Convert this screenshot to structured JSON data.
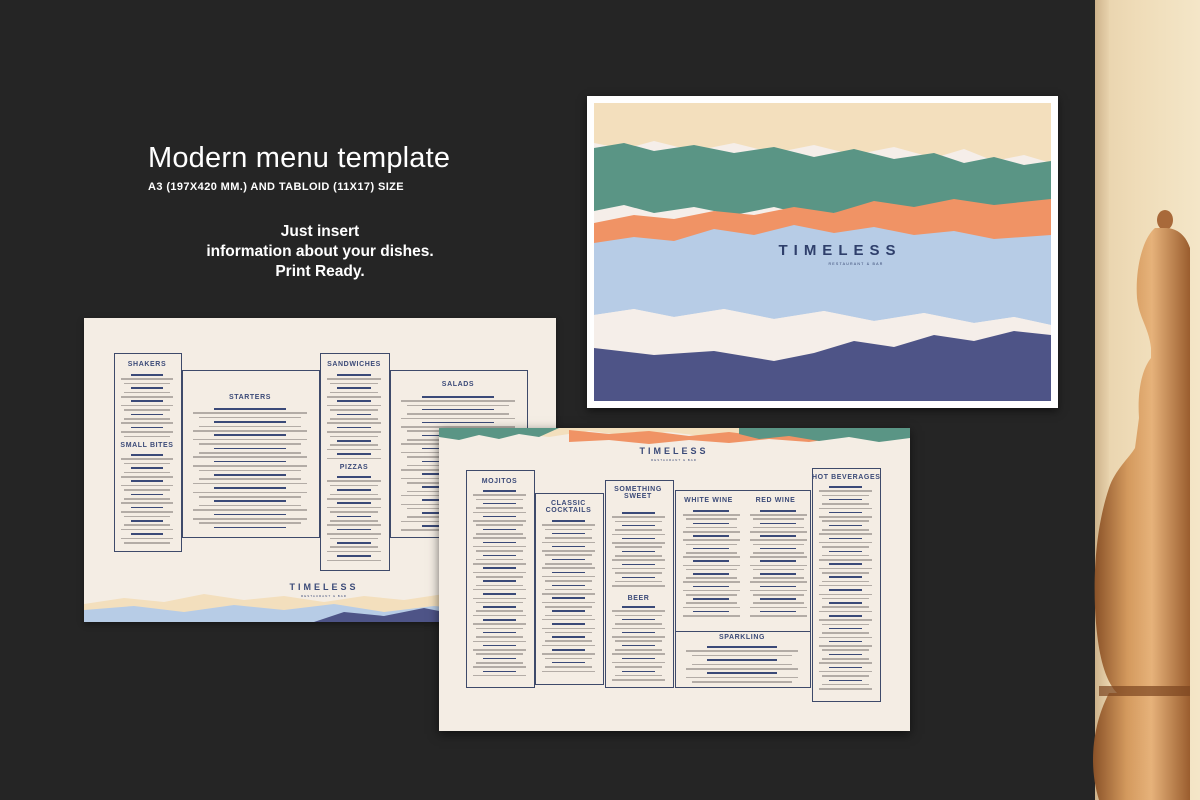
{
  "headline": {
    "title": "Modern menu template",
    "subtitle": "A3 (197X420 MM.) AND TABLOID (11X17) SIZE"
  },
  "blurb": {
    "line1": "Just insert",
    "line2": "information about your dishes.",
    "line3": "Print Ready."
  },
  "cover": {
    "brand": "TIMELESS",
    "tagline": "RESTAURANT & BAR",
    "colors": {
      "cream": "#f3dfbd",
      "green": "#5a9585",
      "orange": "#f09365",
      "blue": "#b7cce6",
      "navy": "#4e5487",
      "white": "#f5eee9"
    }
  },
  "menuA": {
    "brand": "TIMELESS",
    "tagline": "RESTAURANT & BAR",
    "sections": {
      "shakers": "SHAKERS",
      "small_bites": "SMALL BITES",
      "starters": "STARTERS",
      "sandwiches": "SANDWICHES",
      "pizzas": "PIZZAS",
      "salads": "SALADS"
    }
  },
  "menuB": {
    "brand": "TIMELESS",
    "tagline": "RESTAURANT & BAR",
    "sections": {
      "mojitos": "MOJITOS",
      "classic_cocktails": "CLASSIC COCKTAILS",
      "something_sweet": "SOMETHING SWEET",
      "white_wine": "WHITE WINE",
      "red_wine": "RED WINE",
      "hot_beverages": "HOT BEVERAGES",
      "beer": "BEER",
      "sparkling": "SPARKLING"
    }
  }
}
